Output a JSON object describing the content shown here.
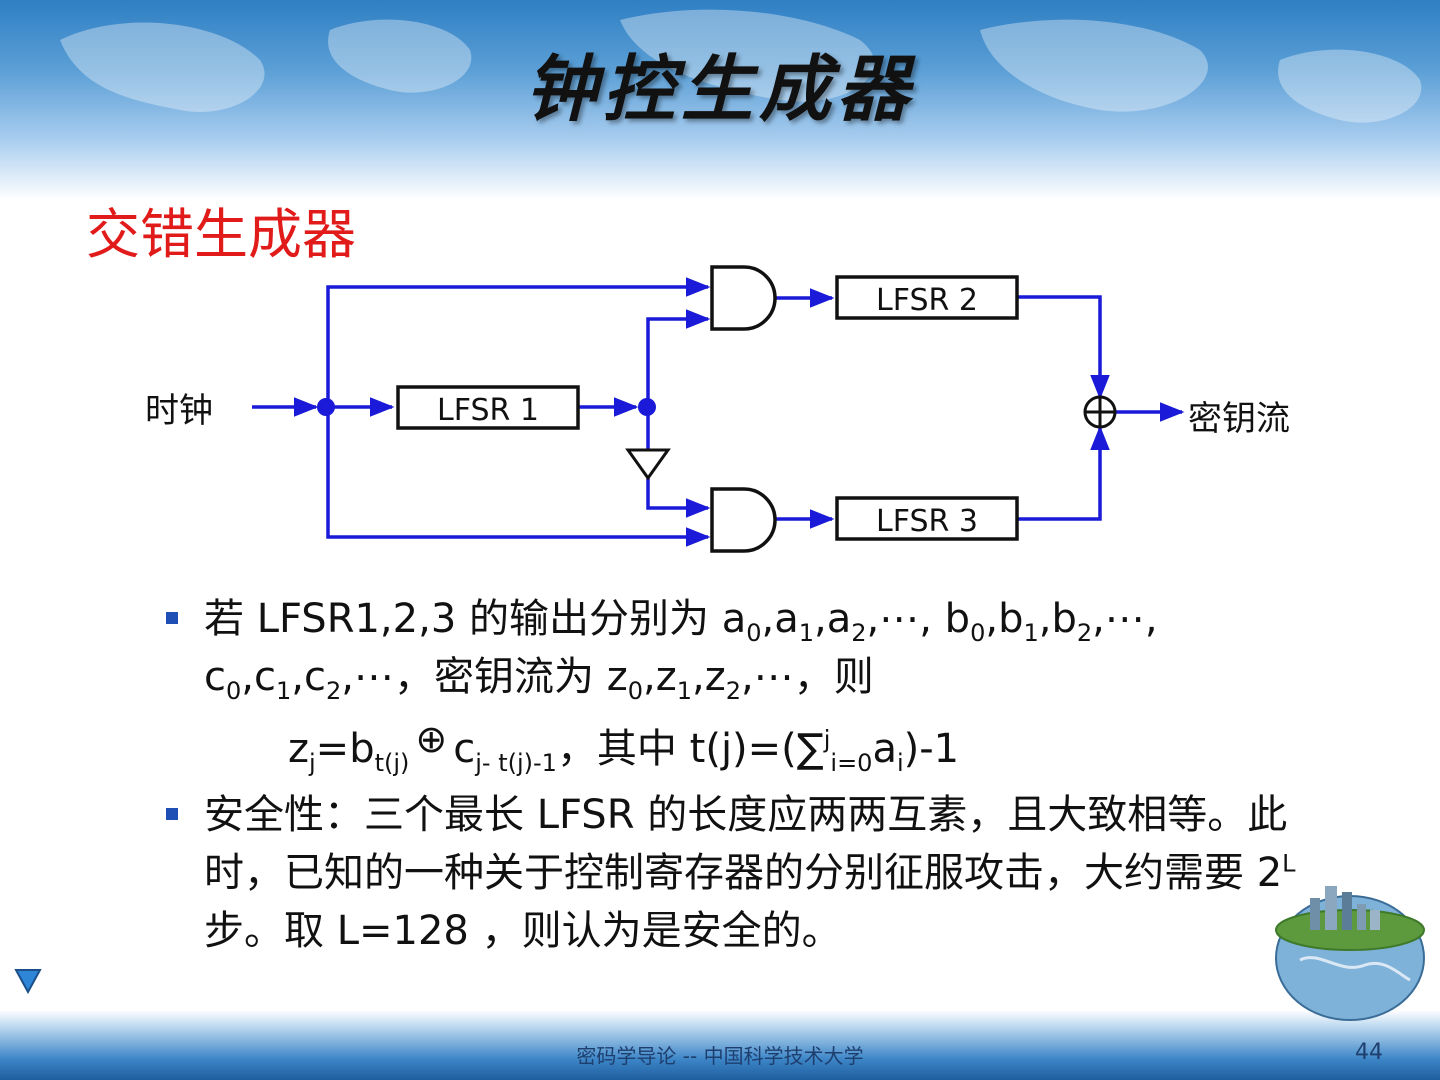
{
  "title": "钟控生成器",
  "subtitle": "交错生成器",
  "diagram": {
    "clock_label": "时钟",
    "output_label": "密钥流",
    "lfsr1": "LFSR 1",
    "lfsr2": "LFSR 2",
    "lfsr3": "LFSR 3",
    "wire_color": "#1a1ad8"
  },
  "bullets": {
    "b1": {
      "p1": "若 LFSR1,2,3 的输出分别为 a",
      "p2": ",a",
      "p3": ",a",
      "p4": ",⋯, b",
      "p5": ",b",
      "p6": ",b",
      "p7": ",⋯,",
      "p8": "c",
      "p9": ",c",
      "p10": ",c",
      "p11": ",⋯，密钥流为 z",
      "p12": ",z",
      "p13": ",z",
      "p14": ",⋯，则",
      "s0": "0",
      "s1": "1",
      "s2": "2"
    },
    "formula": {
      "z": "z",
      "z_sub": "j",
      "eq_b": "=b",
      "b_sub": "t(j)",
      "xor": "⊕",
      "c": "c",
      "c_sub": "j- t(j)-1",
      "mid": "，其中 t(j)=(∑",
      "sum_sup": "j",
      "sum_sub": "i=0",
      "a": "a",
      "a_sub": "i",
      "end": ")-1"
    },
    "b2": {
      "p1": "安全性：三个最长 LFSR 的长度应两两互素，且大致相等。此时，已知的一种关于控制寄存器的分别征服攻击，大约需要 2",
      "sup": "L",
      "p2": " 步。取 L=128 ，则认为是安全的。"
    }
  },
  "footer": "密码学导论 -- 中国科学技术大学",
  "page_number": "44"
}
